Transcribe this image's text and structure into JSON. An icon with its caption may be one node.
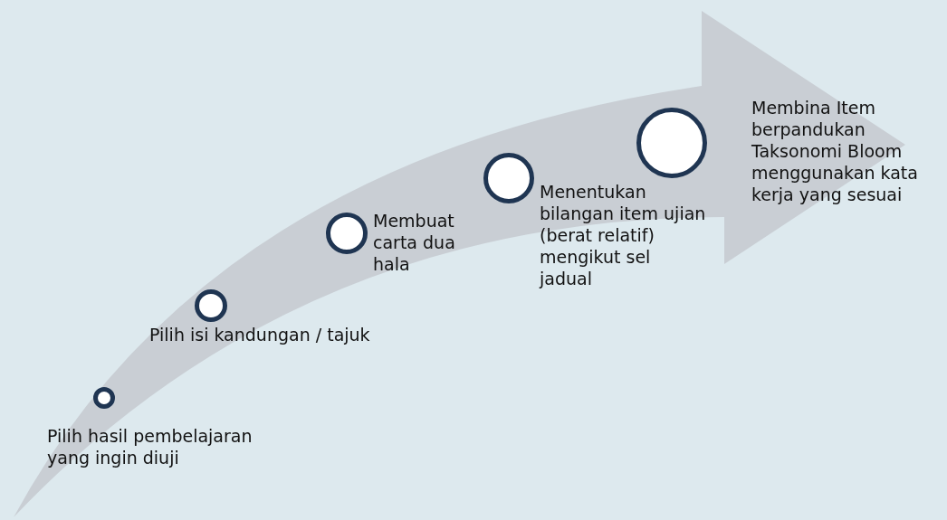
{
  "diagram": {
    "nodes": [
      {
        "text": [],
        "shape": "circle",
        "beside": [
          "Pilih hasil pembelajaran yang ingin diuji"
        ]
      },
      {
        "text": [],
        "shape": "circle",
        "beside": [
          "Pilih isi kandungan / tajuk"
        ]
      },
      {
        "text": [],
        "shape": "circle",
        "beside": [
          "Membuat carta dua hala"
        ]
      },
      {
        "text": [],
        "shape": "circle",
        "beside": [
          "Menentukan bilangan item ujian (berat relatif) mengikut sel jadual"
        ]
      },
      {
        "text": [],
        "shape": "circle",
        "beside": [
          "Membina Item berpandukan Taksonomi Bloom menggunakan kata kerja yang sesuai"
        ]
      }
    ]
  }
}
